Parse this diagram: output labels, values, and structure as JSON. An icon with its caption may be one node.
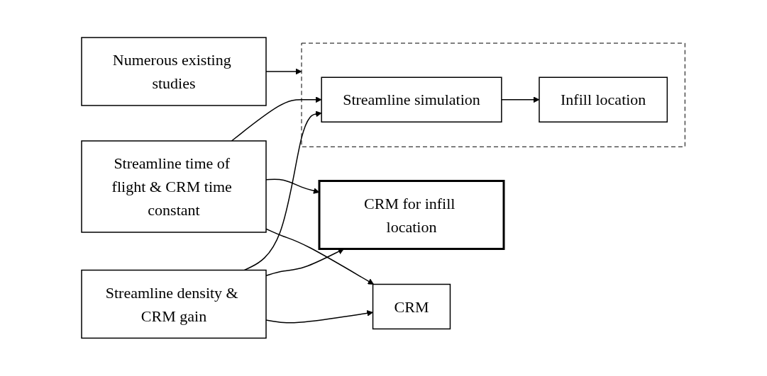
{
  "diagram": {
    "nodes": [
      {
        "text": [
          "Numerous existing studies"
        ]
      },
      {
        "text": [
          "Streamline time of flight & CRM time constant"
        ]
      },
      {
        "text": [],
        "shape": "box"
      },
      {
        "text": [
          "Streamline simulation"
        ],
        "in": 2
      },
      {
        "text": [
          "Infill location"
        ],
        "in": 2
      },
      {
        "text": [
          "CRM for infill location"
        ]
      },
      {
        "text": [
          "Streamline density & CRM gain"
        ]
      },
      {
        "text": [
          "CRM"
        ]
      }
    ],
    "edges": [
      {
        "from": 0,
        "to": 2,
        "arrow": "to"
      },
      {
        "from": 3,
        "to": 4,
        "arrow": "to"
      },
      {
        "from": 1,
        "to": 3,
        "arrow": "to"
      },
      {
        "from": 1,
        "to": 5,
        "arrow": "to"
      },
      {
        "from": 1,
        "to": 7,
        "arrow": "to"
      },
      {
        "from": 6,
        "to": 3,
        "arrow": "to"
      },
      {
        "from": 6,
        "to": 5,
        "arrow": "to"
      },
      {
        "from": 6,
        "to": 7,
        "arrow": "to"
      }
    ]
  }
}
